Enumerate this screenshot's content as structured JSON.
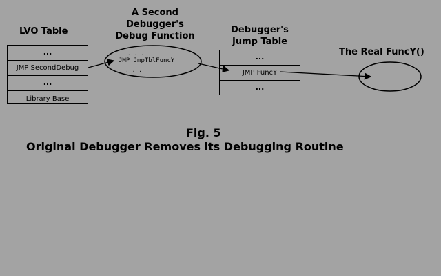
{
  "headings": {
    "lvo_table": "LVO Table",
    "second_debugger_line1": "A Second",
    "second_debugger_line2": "Debugger's",
    "second_debugger_line3": "Debug Function",
    "jump_table_line1": "Debugger's",
    "jump_table_line2": "Jump Table",
    "real_func": "The Real FuncY()"
  },
  "lvo_table": {
    "rows": [
      "...",
      "JMP SecondDebug",
      "...",
      "Library Base"
    ]
  },
  "second_debug_function": {
    "instruction": "JMP JmpTblFuncY"
  },
  "jump_table": {
    "rows": [
      "...",
      "JMP FuncY",
      "..."
    ]
  },
  "caption": {
    "figure": "Fig. 5",
    "text": "Original Debugger Removes its Debugging Routine"
  }
}
